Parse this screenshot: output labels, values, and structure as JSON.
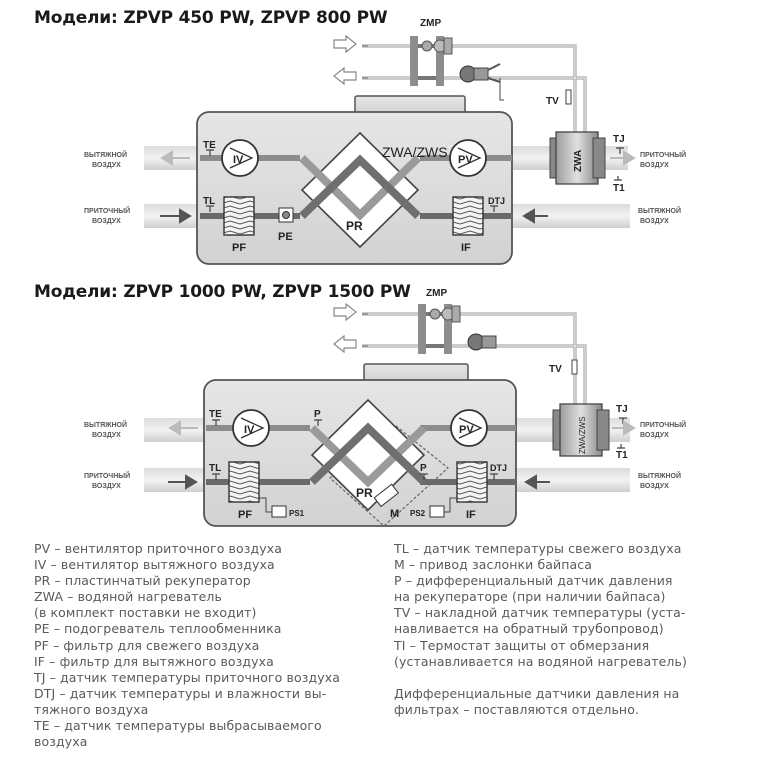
{
  "titles": {
    "top": "Модели: ZPVP 450 PW, ZPVP 800 PW",
    "bottom": "Модели: ZPVP 1000 PW, ZPVP 1500 PW"
  },
  "labels": {
    "zmp": "ZMP",
    "tv": "TV",
    "tj": "TJ",
    "t1": "T1",
    "te": "TE",
    "tl": "TL",
    "dtj": "DTJ",
    "iv": "IV",
    "pv": "PV",
    "pr": "PR",
    "pf": "PF",
    "pe": "PE",
    "if": "IF",
    "zwa": "ZWA",
    "zwa_zws": "ZWA/ZWS",
    "p": "P",
    "m": "M",
    "ps1": "PS1",
    "ps2": "PS2"
  },
  "air": {
    "exhaust": [
      "ВЫТЯЖНОЙ",
      "ВОЗДУХ"
    ],
    "supply": [
      "ПРИТОЧНЫЙ",
      "ВОЗДУХ"
    ]
  },
  "legend_left": [
    "PV – вентилятор приточного воздуха",
    "IV – вентилятор вытяжного воздуха",
    "PR – пластинчатый рекуператор",
    "ZWA – водяной нагреватель",
    "(в комплект поставки не входит)",
    "PE – подогреватель теплообменника",
    "PF – фильтр для свежего воздуха",
    "IF – фильтр для вытяжного воздуха",
    "TJ – датчик температуры приточного воздуха",
    "DTJ – датчик температуры и влажности вы-",
    "тяжного воздуха",
    "TE – датчик температуры выбрасываемого",
    "воздуха"
  ],
  "legend_right": [
    "TL – датчик температуры свежего воздуха",
    "M – привод заслонки байпаса",
    "P – дифференциальный датчик давления",
    "на рекуператоре (при наличии байпаса)",
    "TV – накладной датчик температуры (уста-",
    "навливается на обратный трубопровод)",
    "TI – Термостат защиты от обмерзания",
    "(устанавливается на водяной нагреватель)",
    "",
    "Дифференциальные датчики давления на",
    "фильтрах – поставляются отдельно."
  ]
}
